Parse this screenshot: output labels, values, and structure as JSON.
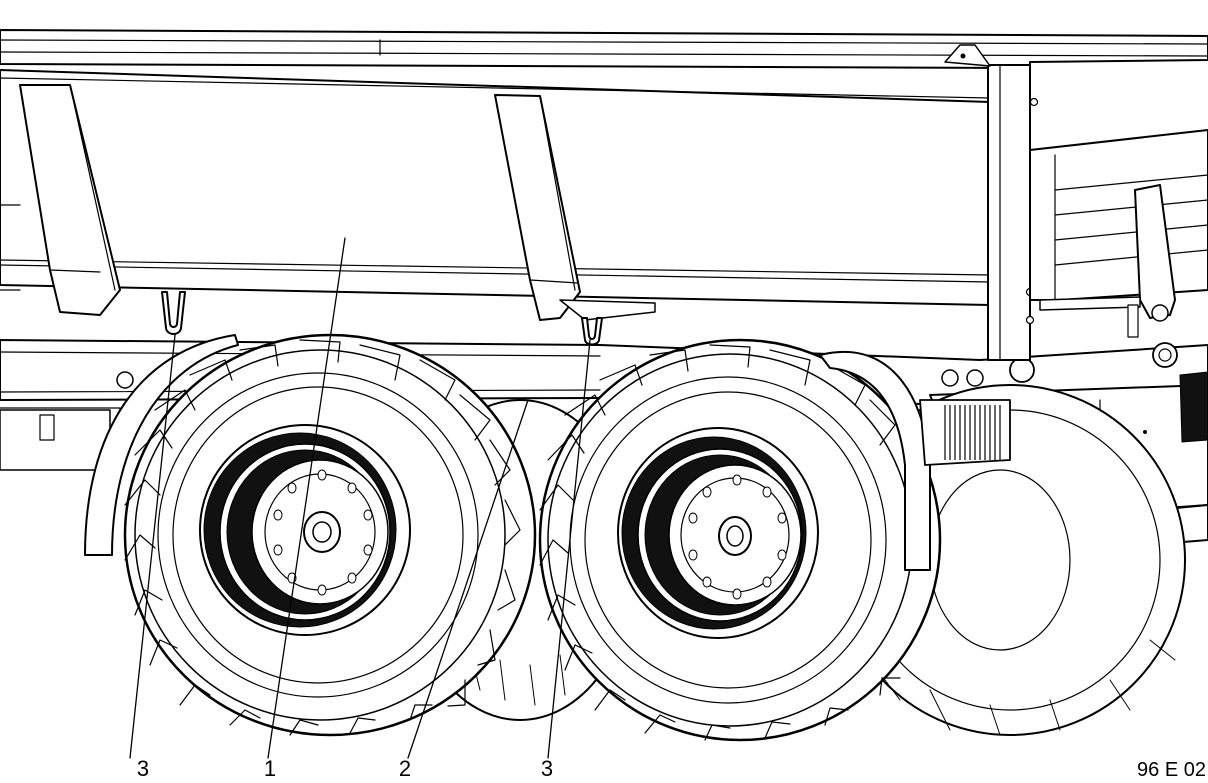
{
  "figure": {
    "callouts": [
      {
        "id": "callout-3-left",
        "label": "3"
      },
      {
        "id": "callout-1",
        "label": "1"
      },
      {
        "id": "callout-2",
        "label": "2"
      },
      {
        "id": "callout-3-right",
        "label": "3"
      }
    ],
    "figure_code": "96 E 02"
  }
}
